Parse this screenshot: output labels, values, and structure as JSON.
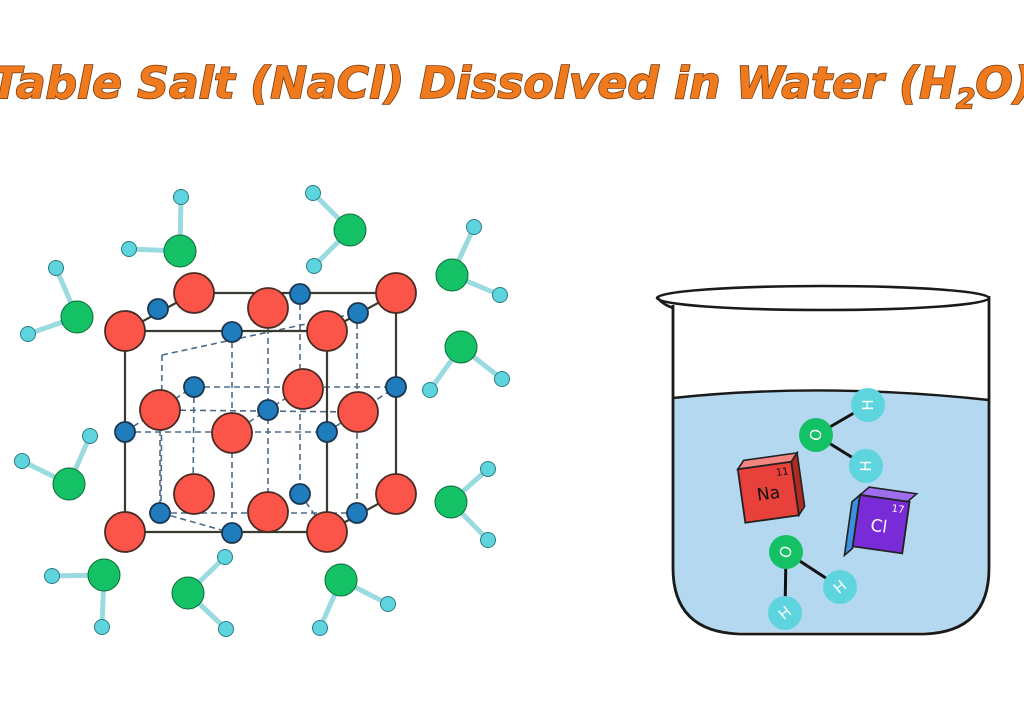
{
  "title": {
    "main": "Table Salt (NaCl) Dissolved in Water (H",
    "subscript": "2",
    "end": "O)"
  },
  "colors": {
    "title": "#f07a1e",
    "sodium_ion": "#fa5548",
    "chloride_ion": "#1f7dbd",
    "water_oxygen": "#14c265",
    "water_hydrogen": "#5ed5de",
    "water": "#b3d8f0",
    "na_tile": "#e8413b",
    "cl_tile": "#7a2bd8"
  },
  "beaker": {
    "na_tile": {
      "symbol": "Na",
      "number": "11"
    },
    "cl_tile": {
      "symbol": "Cl",
      "number": "17"
    },
    "oxygen_label": "O",
    "hydrogen_label": "H"
  }
}
